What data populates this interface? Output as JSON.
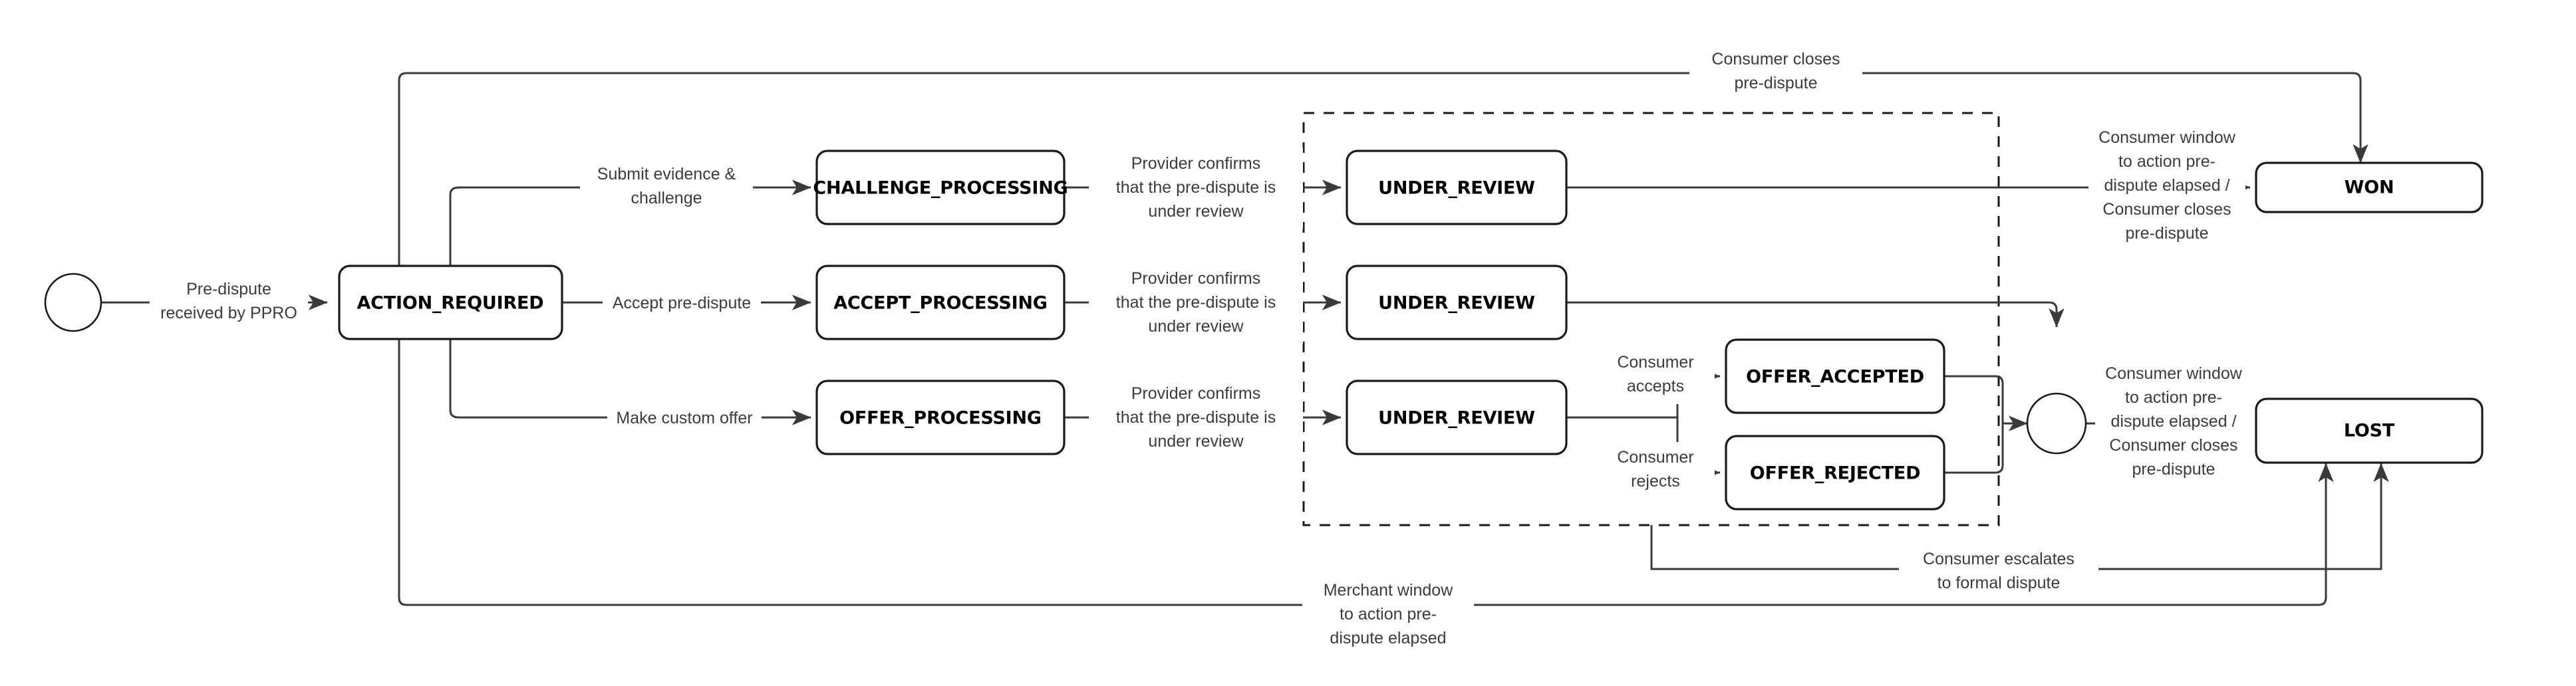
{
  "diagram": {
    "title": "PPRO pre-dispute lifecycle state machine",
    "colors": {
      "node_stroke": "#1a1a1a",
      "edge_stroke": "#3a3a3a",
      "node_fill": "#ffffff",
      "label_text": "#3c3c3c",
      "background": "#ffffff"
    },
    "start_node": {
      "name": "start-circle",
      "label": ""
    },
    "junction_node": {
      "name": "merge-circle",
      "label": ""
    },
    "nodes": [
      {
        "id": "action_required",
        "label": "ACTION_REQUIRED"
      },
      {
        "id": "challenge_processing",
        "label": "CHALLENGE_PROCESSING"
      },
      {
        "id": "accept_processing",
        "label": "ACCEPT_PROCESSING"
      },
      {
        "id": "offer_processing",
        "label": "OFFER_PROCESSING"
      },
      {
        "id": "under_review_1",
        "label": "UNDER_REVIEW"
      },
      {
        "id": "under_review_2",
        "label": "UNDER_REVIEW"
      },
      {
        "id": "under_review_3",
        "label": "UNDER_REVIEW"
      },
      {
        "id": "offer_accepted",
        "label": "OFFER_ACCEPTED"
      },
      {
        "id": "offer_rejected",
        "label": "OFFER_REJECTED"
      },
      {
        "id": "won",
        "label": "WON"
      },
      {
        "id": "lost",
        "label": "LOST"
      }
    ],
    "edge_labels": {
      "start_to_action": [
        "Pre-dispute",
        "received by PPRO"
      ],
      "submit_challenge": [
        "Submit evidence &",
        "challenge"
      ],
      "accept_predispute": [
        "Accept pre-dispute"
      ],
      "make_custom_offer": [
        "Make custom offer"
      ],
      "provider_confirms_1": [
        "Provider confirms",
        "that the pre-dispute is",
        "under review"
      ],
      "provider_confirms_2": [
        "Provider confirms",
        "that the pre-dispute is",
        "under review"
      ],
      "provider_confirms_3": [
        "Provider confirms",
        "that the pre-dispute is",
        "under review"
      ],
      "consumer_accepts": [
        "Consumer",
        "accepts"
      ],
      "consumer_rejects": [
        "Consumer",
        "rejects"
      ],
      "consumer_closes_top": [
        "Consumer closes",
        "pre-dispute"
      ],
      "consumer_window_won": [
        "Consumer window",
        "to action pre-",
        "dispute elapsed /",
        "Consumer closes",
        "pre-dispute"
      ],
      "consumer_window_lost": [
        "Consumer window",
        "to action pre-",
        "dispute elapsed /",
        "Consumer closes",
        "pre-dispute"
      ],
      "consumer_escalates": [
        "Consumer escalates",
        "to formal dispute"
      ],
      "merchant_window": [
        "Merchant window",
        "to action pre-",
        "dispute elapsed"
      ]
    }
  }
}
